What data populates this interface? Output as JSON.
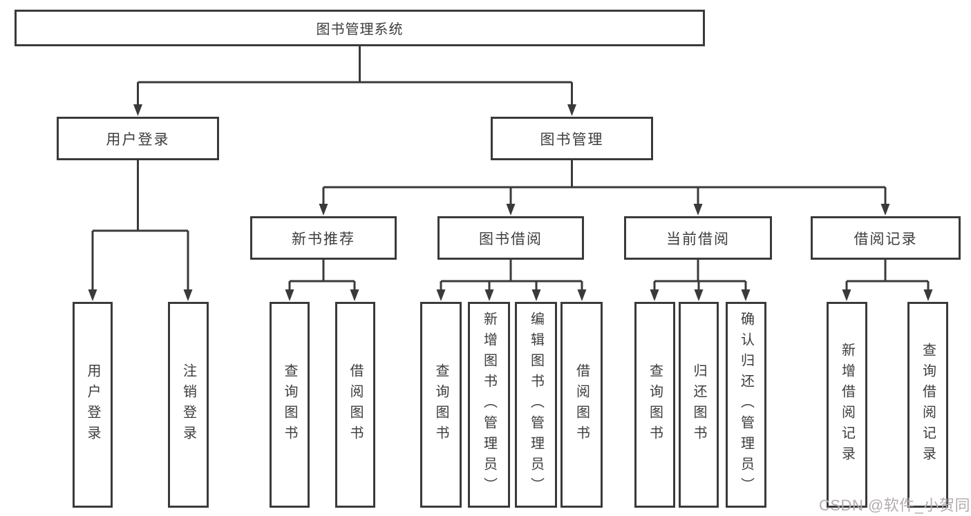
{
  "tree": {
    "root": {
      "label": "图书管理系统"
    },
    "branches": [
      {
        "label": "用户登录",
        "children": [
          {
            "label": "用户登录"
          },
          {
            "label": "注销登录"
          }
        ]
      },
      {
        "label": "图书管理",
        "children": [
          {
            "label": "新书推荐",
            "children": [
              {
                "label": "查询图书"
              },
              {
                "label": "借阅图书"
              }
            ]
          },
          {
            "label": "图书借阅",
            "children": [
              {
                "label": "查询图书"
              },
              {
                "label": "新增图书（管理员）"
              },
              {
                "label": "编辑图书（管理员）"
              },
              {
                "label": "借阅图书"
              }
            ]
          },
          {
            "label": "当前借阅",
            "children": [
              {
                "label": "查询图书"
              },
              {
                "label": "归还图书"
              },
              {
                "label": "确认归还（管理员）"
              }
            ]
          },
          {
            "label": "借阅记录",
            "children": [
              {
                "label": "新增借阅记录"
              },
              {
                "label": "查询借阅记录"
              }
            ]
          }
        ]
      }
    ]
  },
  "watermark": {
    "text": "CSDN @软件_小贺同学"
  },
  "colors": {
    "line": "#3a3a3a",
    "text": "#3d3d3d",
    "background": "#ffffff",
    "watermark": "#b4acac"
  }
}
